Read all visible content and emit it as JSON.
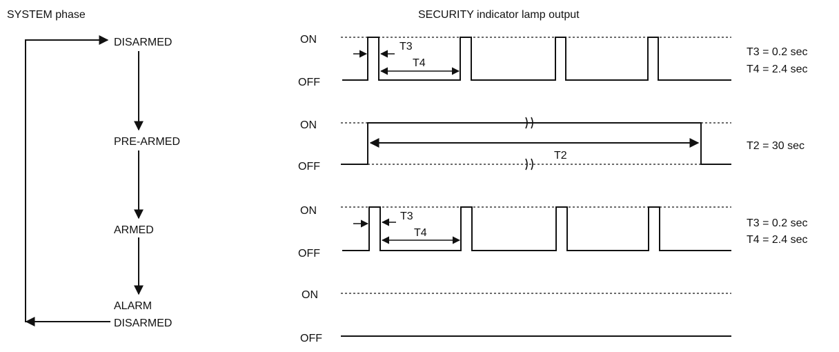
{
  "headers": {
    "system_phase": "SYSTEM phase",
    "lamp_output": "SECURITY indicator lamp output"
  },
  "phases": [
    "DISARMED",
    "PRE-ARMED",
    "ARMED",
    "ALARM",
    "DISARMED"
  ],
  "levels": {
    "on": "ON",
    "off": "OFF"
  },
  "timings": {
    "t3_label": "T3",
    "t4_label": "T4",
    "t2_label": "T2",
    "t3_value": "T3 = 0.2 sec",
    "t4_value": "T4 = 2.4 sec",
    "t2_value": "T2 = 30 sec"
  }
}
